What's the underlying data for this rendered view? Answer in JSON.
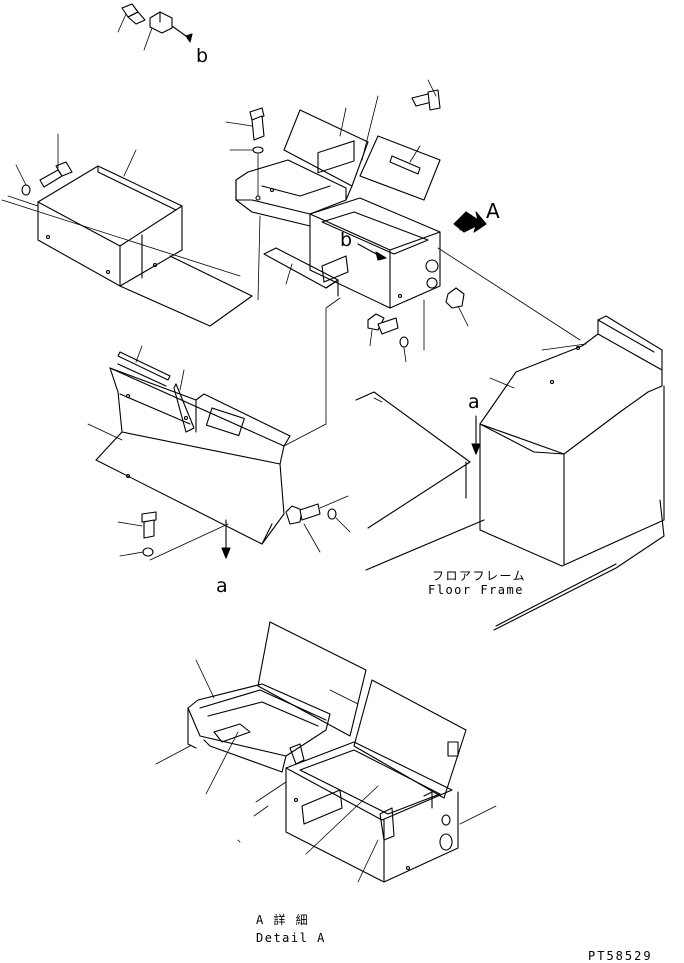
{
  "labels": {
    "view_arrow_A": "A",
    "ref_b_top": "b",
    "ref_b_mid": "b",
    "ref_a_right": "a",
    "ref_a_left": "a",
    "floor_frame_jp": "フロアフレーム",
    "floor_frame_en": "Floor Frame",
    "detail_jp": "A 詳 細",
    "detail_en": "Detail A",
    "drawing_number": "PT58529"
  }
}
